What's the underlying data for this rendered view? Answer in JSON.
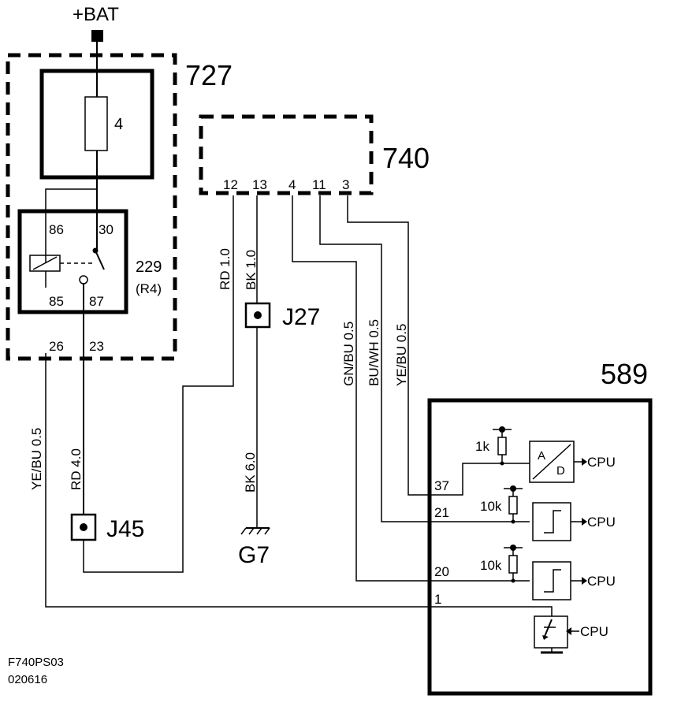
{
  "supply": {
    "label": "+BAT"
  },
  "components": {
    "c727": {
      "id": "727",
      "fuse": "4"
    },
    "c229": {
      "id": "229",
      "ref": "(R4)",
      "pins": {
        "p86": "86",
        "p30": "30",
        "p85": "85",
        "p87": "87"
      },
      "out_pins": {
        "p26": "26",
        "p23": "23"
      }
    },
    "c740": {
      "id": "740",
      "pins": [
        "12",
        "13",
        "4",
        "11",
        "3"
      ]
    },
    "c589": {
      "id": "589",
      "pins": {
        "p37": "37",
        "p21": "21",
        "p20": "20",
        "p1": "1"
      },
      "resistors": {
        "r1": "1k",
        "r2": "10k",
        "r3": "10k"
      },
      "adc": {
        "a": "A",
        "d": "D"
      },
      "cpu_label": "CPU"
    },
    "j27": "J27",
    "j45": "J45",
    "ground": "G7"
  },
  "wires": {
    "w12": "RD  1.0",
    "w13": "BK  1.0",
    "w4": "GN/BU  0.5",
    "w11": "BU/WH  0.5",
    "w3": "YE/BU  0.5",
    "w26": "YE/BU  0.5",
    "w23": "RD  4.0",
    "wg7": "BK  6.0"
  },
  "footer": {
    "code": "F740PS03",
    "date": "020616"
  }
}
